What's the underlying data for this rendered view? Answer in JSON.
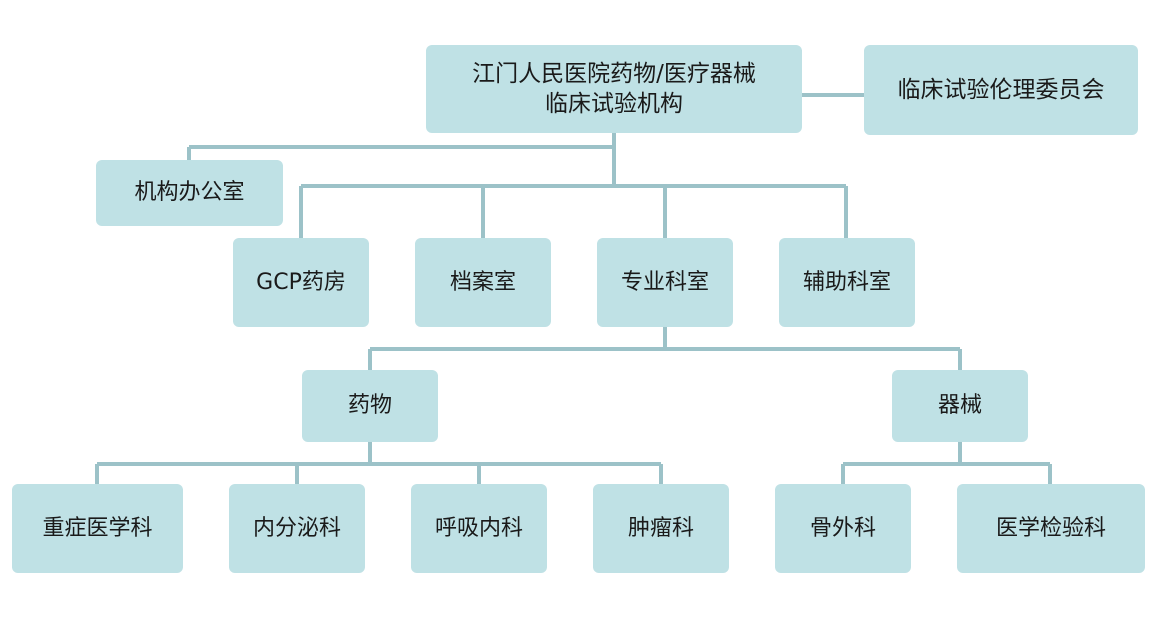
{
  "colors": {
    "node_fill": "#bfe1e5",
    "connector": "#9cc2c8"
  },
  "nodes": {
    "root": "江门人民医院药物/医疗器械\n临床试验机构",
    "ethics": "临床试验伦理委员会",
    "office": "机构办公室",
    "gcp_pharmacy": "GCP药房",
    "archive": "档案室",
    "specialty_dept": "专业科室",
    "auxiliary_dept": "辅助科室",
    "drug": "药物",
    "device": "器械",
    "icu": "重症医学科",
    "endocrinology": "内分泌科",
    "respiratory": "呼吸内科",
    "oncology": "肿瘤科",
    "orthopedics": "骨外科",
    "lab_medicine": "医学检验科"
  }
}
